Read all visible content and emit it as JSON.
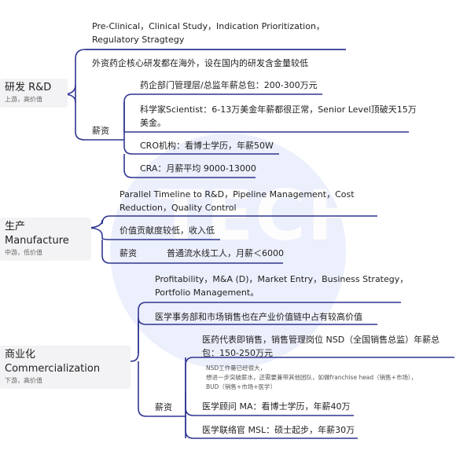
{
  "watermark": "TECH",
  "rd": {
    "title": "研发 R&D",
    "sub": "上游，高价值",
    "focus": "Pre-Clinical，Clinical Study，Indication Prioritization，Regulatory Stragtegy",
    "note": "外资药企核心研发都在海外，设在国内的研发含金量较低",
    "salary_label": "薪资",
    "salaries": [
      "药企部门管理层/总监年薪总包：200-300万元",
      "科学家Scientist：6-13万美金年薪都很正常，Senior Level顶破天15万美金。",
      "CRO机构：看博士学历，年薪50W",
      "CRA：月薪平均 9000-13000"
    ]
  },
  "mfg": {
    "title": "生产 Manufacture",
    "sub": "中游，低价值",
    "focus": "Parallel Timeline to R&D，Pipeline Management，Cost Reduction，Quality Control",
    "note": "价值贡献度较低，收入低",
    "salary_label": "薪资",
    "salary": "普通流水线工人，月薪＜6000"
  },
  "com": {
    "title": "商业化 Commercialization",
    "sub": "下游，高价值",
    "focus": "Profitability，M&A (D)，Market Entry，Business Strategy，Portfolio Management。",
    "note": "医学事务部和市场销售也在产业价值链中占有较高价值",
    "salary_label": "薪资",
    "rep": "医药代表即销售，销售管理岗位 NSD（全国销售总监）年薪总包：150-250万元",
    "rep_notes": [
      "NSD工作量已经很大，",
      "想进一步突破薪水，还需要兼带其他团队，如做franchise head（销售+市场），",
      "BUD（销售+市场+医学）"
    ],
    "ma": "医学顾问 MA：看博士学历，年薪40万",
    "msl": "医学联络官 MSL：硕士起步，年薪30万"
  },
  "colors": {
    "line": "#2f3690",
    "root_bg": "#f3f3f5",
    "watermark": "#e9ecfb"
  }
}
